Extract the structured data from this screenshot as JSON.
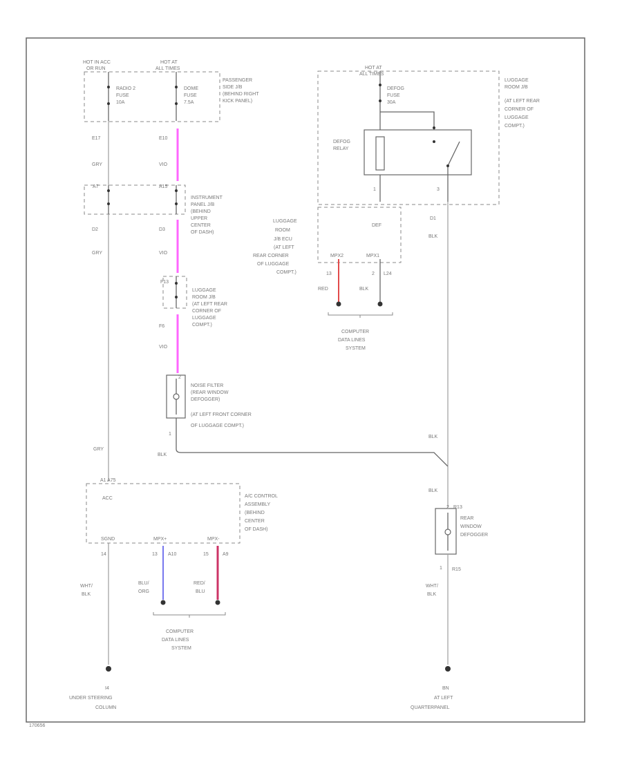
{
  "colors": {
    "pink_wire": "#ff66ff",
    "red_wire": "#e24a4a",
    "blue_wire": "#7777ee",
    "redblu_wire": "#cc3366",
    "line": "#666666"
  },
  "fuse_panel": {
    "hot_left": "HOT IN ACC",
    "hot_left_2": "OR RUN",
    "hot_right": "HOT AT",
    "hot_right_2": "ALL TIMES",
    "fuse_left": [
      "RADIO 2",
      "FUSE",
      "10A"
    ],
    "fuse_right": [
      "DOME",
      "FUSE",
      "7.5A"
    ],
    "location": [
      "PASSENGER",
      "SIDE J/B",
      "(BEHIND RIGHT",
      "KICK PANEL)"
    ]
  },
  "left_wire": {
    "pin_top": "E17",
    "color_top": "GRY",
    "pin_mid": "D2",
    "color_mid": "GRY",
    "color_low": "GRY"
  },
  "center_wire": {
    "pin_top": "E10",
    "color_top": "VIO",
    "pin_d3": "D3",
    "color_d3": "VIO",
    "pin_f6": "F6",
    "color_f6": "VIO",
    "pin_noise": "1",
    "color_noise": "BLK"
  },
  "ip_jb": {
    "pin_left": "A7",
    "pin_right": "A15",
    "location": [
      "INSTRUMENT",
      "PANEL J/B",
      "(BEHIND",
      "UPPER",
      "CENTER",
      "OF DASH)"
    ]
  },
  "luggage_jb": {
    "pin": "F13",
    "location": [
      "LUGGAGE",
      "ROOM J/B",
      "(AT LEFT REAR",
      "CORNER OF",
      "LUGGAGE",
      "COMPT.)"
    ]
  },
  "noise_filter": {
    "pin": "2",
    "label": [
      "NOISE FILTER",
      "(REAR WINDOW",
      "DEFOGGER)",
      "(AT LEFT FRONT CORNER",
      "OF LUGGAGE COMPT.)"
    ]
  },
  "defog": {
    "hot": "HOT AT",
    "hot_2": "ALL TIMES",
    "fuse": [
      "DEFOG",
      "FUSE",
      "30A"
    ],
    "relay": [
      "DEFOG",
      "RELAY"
    ],
    "pin_1": "1",
    "pin_3": "3",
    "location": [
      "LUGGAGE",
      "ROOM J/B",
      "(AT LEFT REAR",
      "CORNER OF",
      "LUGGAGE",
      "COMPT.)"
    ]
  },
  "luggage_ecu": {
    "label": "DEF",
    "location": [
      "LUGGAGE",
      "ROOM",
      "J/B ECU",
      "(AT LEFT",
      "REAR CORNER",
      "OF LUGGAGE",
      "COMPT.)"
    ],
    "pin_left": "MPX2",
    "pin_right": "MPX1",
    "num_left": "13",
    "num_right": "2",
    "conn_right": "L24",
    "wire_left": "RED",
    "wire_right": "BLK",
    "system": [
      "COMPUTER",
      "DATA LINES",
      "SYSTEM"
    ]
  },
  "right_wire": {
    "pin_top": "D1",
    "color_top": "BLK",
    "color_mid": "BLK",
    "color_low": "BLK",
    "pin_bot": "1",
    "conn_bot": "R15",
    "color_bot": [
      "WHT/",
      "BLK"
    ]
  },
  "defogger": {
    "pin": "2",
    "conn": "R13",
    "label": [
      "REAR",
      "WINDOW",
      "DEFOGGER"
    ]
  },
  "ac_control": {
    "connector": "A1 A75",
    "label": "ACC",
    "pin_left": "SGND",
    "pin_mid": "MPX+",
    "pin_right": "MPX-",
    "num_left": "14",
    "num_mid": "13",
    "num_right": "15",
    "conn_mid": "A10",
    "conn_right": "A9",
    "wire_mid": [
      "BLU/",
      "ORG"
    ],
    "wire_right": [
      "RED/",
      "BLU"
    ],
    "location": [
      "A/C CONTROL",
      "ASSEMBLY",
      "(BEHIND",
      "CENTER",
      "OF DASH)"
    ],
    "system": [
      "COMPUTER",
      "DATA LINES",
      "SYSTEM"
    ]
  },
  "ground_left": {
    "wire": [
      "WHT/",
      "BLK"
    ],
    "label": [
      "I4",
      "UNDER STEERING",
      "COLUMN"
    ]
  },
  "ground_right": {
    "label": [
      "BN",
      "AT LEFT",
      "QUARTERPANEL"
    ]
  },
  "figure_id": "170656"
}
